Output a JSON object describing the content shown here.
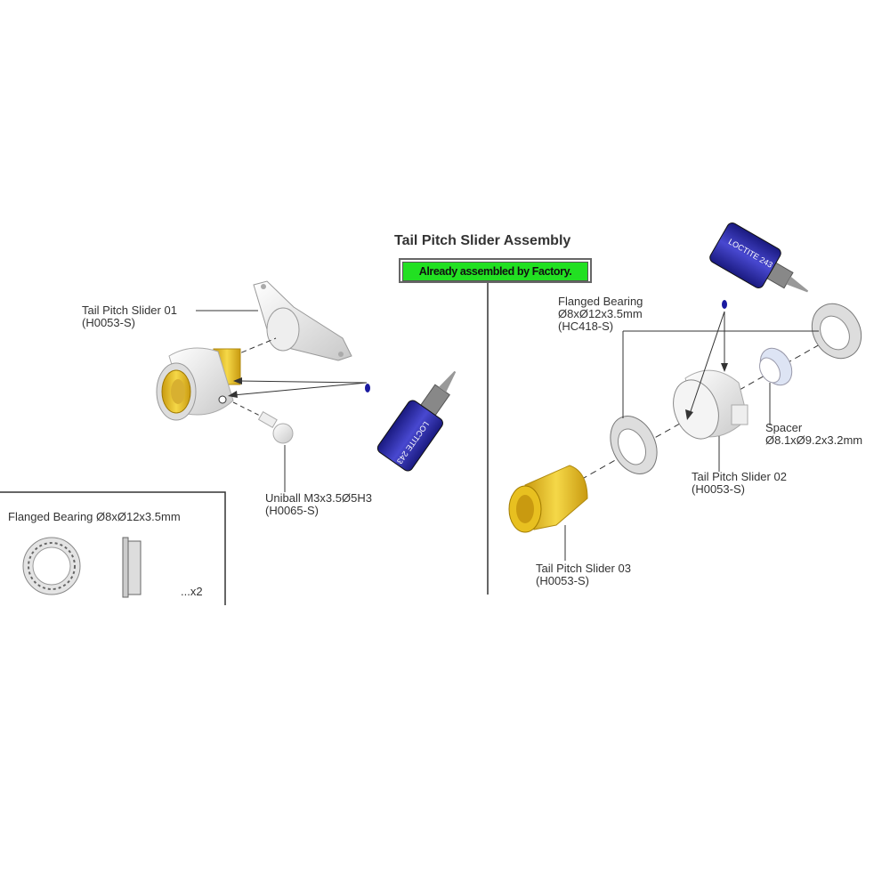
{
  "title": "Tail Pitch Slider Assembly",
  "note": "Already assembled by Factory.",
  "left": {
    "slider01": {
      "name": "Tail Pitch Slider 01",
      "code": "(H0053-S)"
    },
    "uniball": {
      "name": "Uniball M3x3.5Ø5H3",
      "code": "(H0065-S)"
    },
    "loctite_label": "LOCTITE 243"
  },
  "inset": {
    "title": "Flanged Bearing Ø8xØ12x3.5mm",
    "qty": "...x2"
  },
  "right": {
    "bearing": {
      "name": "Flanged Bearing",
      "size": "Ø8xØ12x3.5mm",
      "code": "(HC418-S)"
    },
    "spacer": {
      "name": "Spacer",
      "size": "Ø8.1xØ9.2x3.2mm"
    },
    "slider02": {
      "name": "Tail Pitch Slider 02",
      "code": "(H0053-S)"
    },
    "slider03": {
      "name": "Tail Pitch Slider 03",
      "code": "(H0053-S)"
    },
    "loctite_label": "LOCTITE 243"
  },
  "colors": {
    "green": "#22e022",
    "brass": "#e8c020",
    "blue": "#2a2aa0"
  }
}
